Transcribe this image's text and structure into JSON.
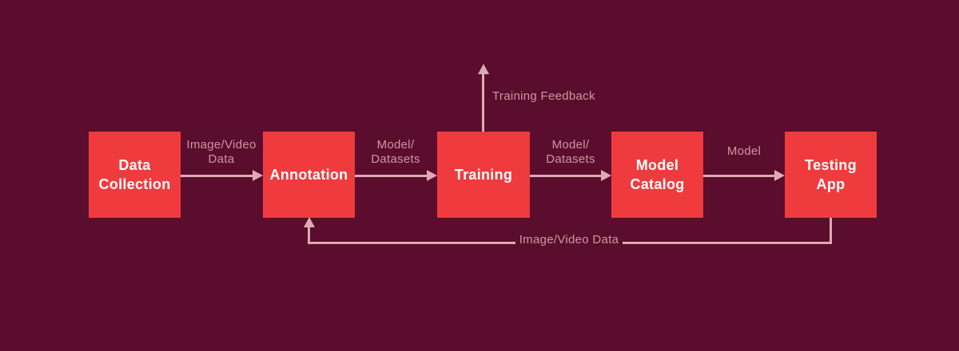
{
  "diagram": {
    "type": "flowchart",
    "direction": "left-to-right",
    "colors": {
      "background": "#5a0d2c",
      "node_fill": "#ef3b3e",
      "node_text": "#ffffff",
      "arrow": "#ddaab2",
      "edge_label": "#cf96a1"
    },
    "nodes": [
      {
        "id": "data-collection",
        "label": "Data\nCollection"
      },
      {
        "id": "annotation",
        "label": "Annotation"
      },
      {
        "id": "training",
        "label": "Training"
      },
      {
        "id": "model-catalog",
        "label": "Model\nCatalog"
      },
      {
        "id": "testing-app",
        "label": "Testing\nApp"
      }
    ],
    "edges": [
      {
        "from": "data-collection",
        "to": "annotation",
        "direction": "right",
        "label": "Image/Video\nData"
      },
      {
        "from": "annotation",
        "to": "training",
        "direction": "right",
        "label": "Model/\nDatasets"
      },
      {
        "from": "training",
        "to": "offscreen-top",
        "direction": "up",
        "label": "Training Feedback"
      },
      {
        "from": "training",
        "to": "model-catalog",
        "direction": "right",
        "label": "Model/\nDatasets"
      },
      {
        "from": "model-catalog",
        "to": "testing-app",
        "direction": "right",
        "label": "Model"
      },
      {
        "from": "testing-app",
        "to": "annotation",
        "direction": "loop-bottom",
        "label": "Image/Video Data"
      }
    ]
  }
}
